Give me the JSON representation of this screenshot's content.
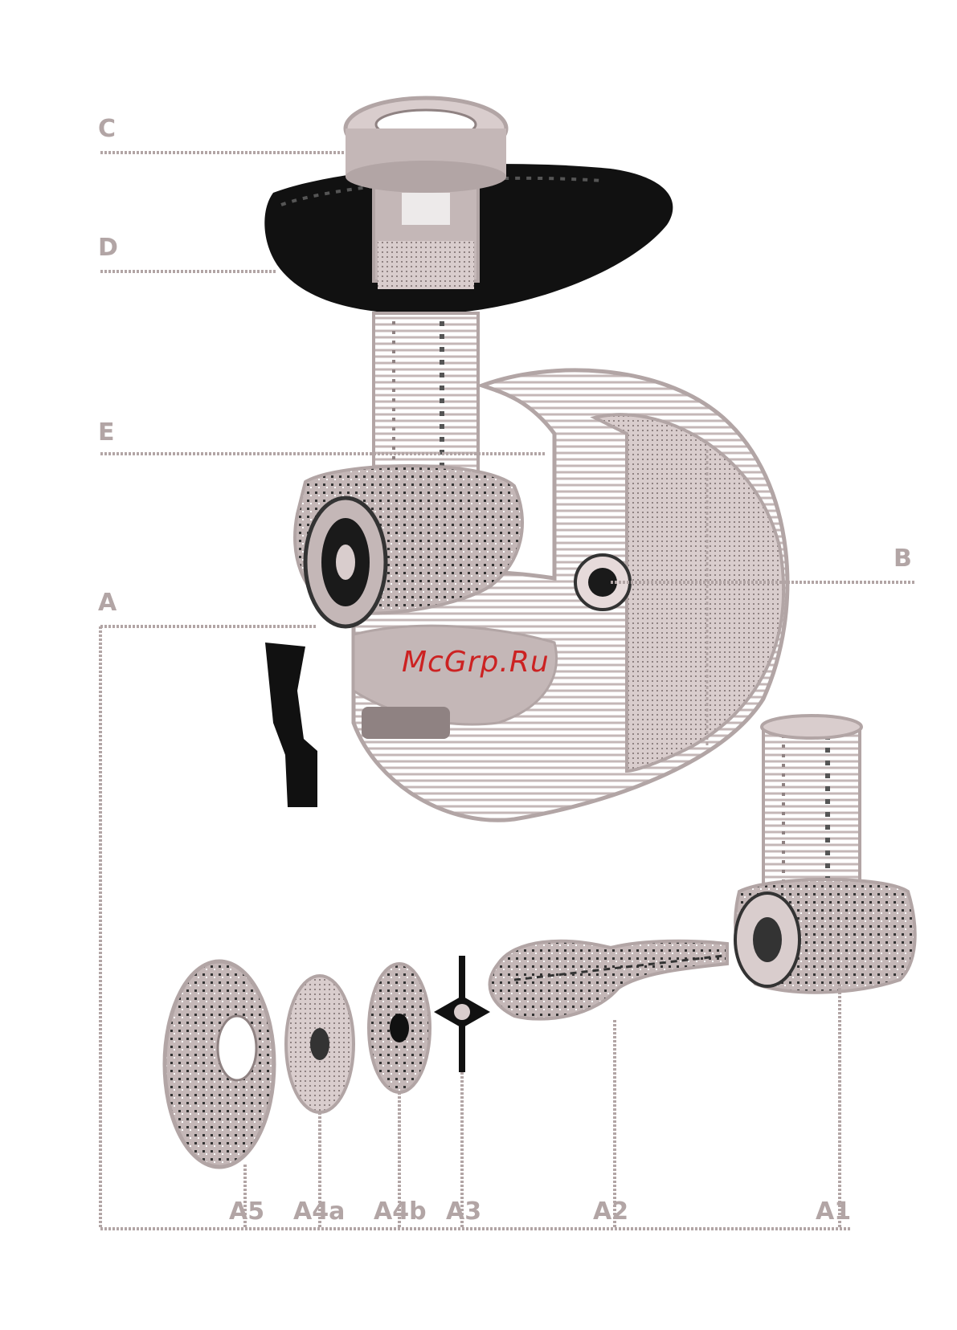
{
  "labels": {
    "C": "C",
    "D": "D",
    "E": "E",
    "B": "B",
    "A": "A",
    "A1": "A1",
    "A2": "A2",
    "A3": "A3",
    "A4a": "A4a",
    "A4b": "A4b",
    "A5": "A5"
  },
  "watermark": "McGrp.Ru",
  "colors": {
    "line": "#b2a5a5",
    "dark": "#111111",
    "body": "#c4b7b7",
    "light": "#d9cdcd",
    "watermark": "#cc2222"
  }
}
